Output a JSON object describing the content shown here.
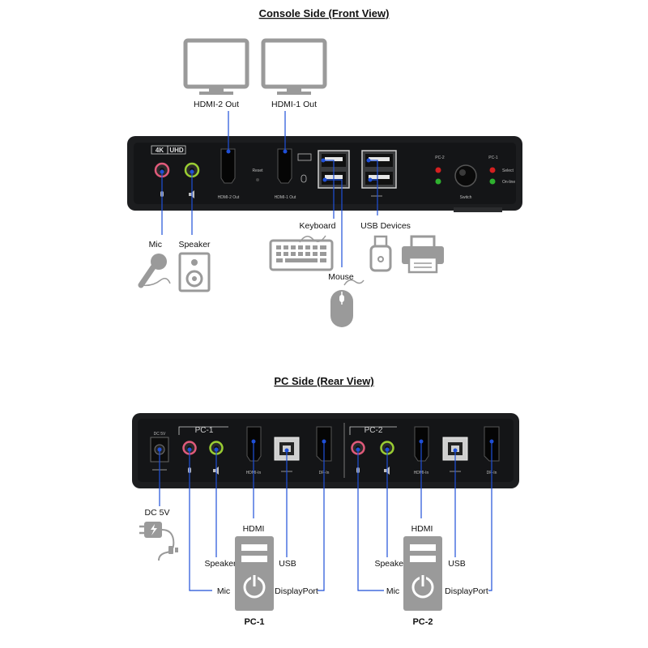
{
  "front": {
    "title": "Console Side (Front View)",
    "badge_4k": "4K",
    "badge_uhd": "UHD",
    "port_hdmi2": "HDMI-2 Out",
    "port_hdmi1": "HDMI-1 Out",
    "reset": "Reset",
    "pc2": "PC-2",
    "pc1": "PC-1",
    "select": "Select",
    "online": "On-line",
    "switch": "Switch",
    "label_hdmi2_out": "HDMI-2 Out",
    "label_hdmi1_out": "HDMI-1 Out",
    "label_keyboard": "Keyboard",
    "label_usb_devices": "USB Devices",
    "label_mic": "Mic",
    "label_speaker": "Speaker",
    "label_mouse": "Mouse"
  },
  "rear": {
    "title": "PC Side (Rear View)",
    "dc5v_port": "DC 5V",
    "pc1_tag": "PC-1",
    "pc2_tag": "PC-2",
    "hdmi_in": "HDMI-In",
    "dp_in": "DP-In",
    "label_dc5v": "DC 5V",
    "label_hdmi": "HDMI",
    "label_speaker": "Speaker",
    "label_usb": "USB",
    "label_mic": "Mic",
    "label_displayport": "DisplayPort",
    "label_pc1": "PC-1",
    "label_pc2": "PC-2"
  },
  "colors": {
    "wire": "#1f4fd8",
    "device_gray": "#9a9a9a",
    "unit_body": "#1c1d1f",
    "mic_jack": "#e05a7a",
    "speaker_jack": "#9acd32",
    "led_red": "#d42020",
    "led_green": "#2fb12f"
  }
}
